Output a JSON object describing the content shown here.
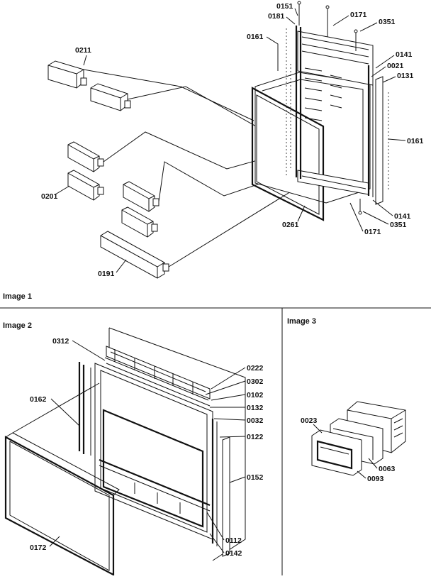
{
  "figure": {
    "sections": [
      {
        "title": "Image 1"
      },
      {
        "title": "Image 2"
      },
      {
        "title": "Image 3"
      }
    ],
    "image1_labels": [
      "0151",
      "0181",
      "0171",
      "0351",
      "0161",
      "0211",
      "0141",
      "0021",
      "0131",
      "0161",
      "0201",
      "0141",
      "0351",
      "0261",
      "0171",
      "0191"
    ],
    "image2_labels": [
      "0312",
      "0222",
      "0302",
      "0102",
      "0132",
      "0032",
      "0162",
      "0122",
      "0152",
      "0112",
      "0172",
      "0142"
    ],
    "image3_labels": [
      "0023",
      "0063",
      "0093"
    ]
  }
}
